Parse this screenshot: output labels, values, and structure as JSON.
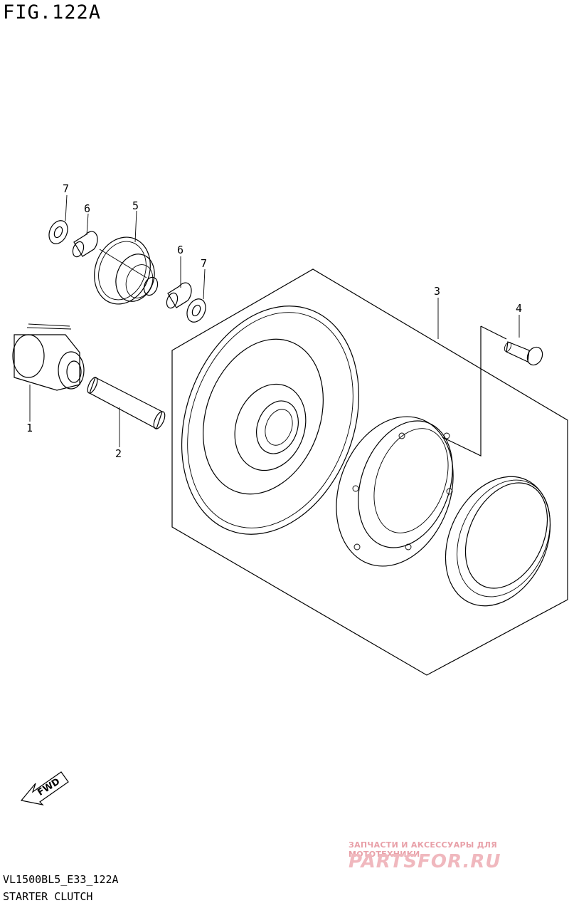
{
  "figure": {
    "title": "FIG.122A"
  },
  "footer": {
    "code": "VL1500BL5_E33_122A",
    "name": "STARTER CLUTCH"
  },
  "fwd_badge": {
    "label": "FWD"
  },
  "watermark": {
    "line1": "ЗАПЧАСТИ И АКСЕССУАРЫ ДЛЯ МОТОТЕХНИКИ",
    "line2": "PARTSFOR.RU"
  },
  "callouts": [
    {
      "id": "c7a",
      "label": "7"
    },
    {
      "id": "c6a",
      "label": "6"
    },
    {
      "id": "c5",
      "label": "5"
    },
    {
      "id": "c6b",
      "label": "6"
    },
    {
      "id": "c7b",
      "label": "7"
    },
    {
      "id": "c3",
      "label": "3"
    },
    {
      "id": "c4",
      "label": "4"
    },
    {
      "id": "c1",
      "label": "1"
    },
    {
      "id": "c2",
      "label": "2"
    }
  ]
}
